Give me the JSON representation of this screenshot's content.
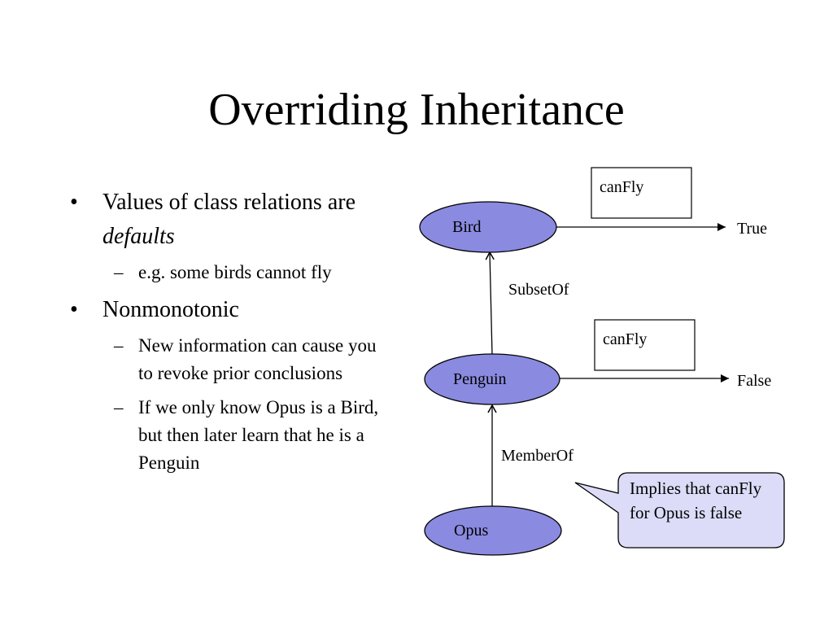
{
  "slide": {
    "title": "Overriding Inheritance"
  },
  "bullets": [
    {
      "text_before": "Values of class relations are ",
      "text_italic": "defaults",
      "subs": [
        "e.g. some birds cannot fly"
      ]
    },
    {
      "text_before": "Nonmonotonic",
      "text_italic": "",
      "subs": [
        "New information can cause you to revoke prior conclusions",
        "If we only know Opus is a Bird, but then later learn that he is a Penguin"
      ]
    }
  ],
  "bullet_symbol": "•",
  "sub_symbol": "–",
  "diagram": {
    "nodes": {
      "bird": "Bird",
      "penguin": "Penguin",
      "opus": "Opus"
    },
    "edges": {
      "subset_of": "SubsetOf",
      "member_of": "MemberOf"
    },
    "bird_slot": {
      "name": "canFly",
      "value": "True"
    },
    "penguin_slot": {
      "name": "canFly",
      "value": "False"
    },
    "callout": "Implies that canFly for Opus is false"
  },
  "colors": {
    "node_fill": "#8a8ae0",
    "callout_fill": "#dcdcf8"
  }
}
